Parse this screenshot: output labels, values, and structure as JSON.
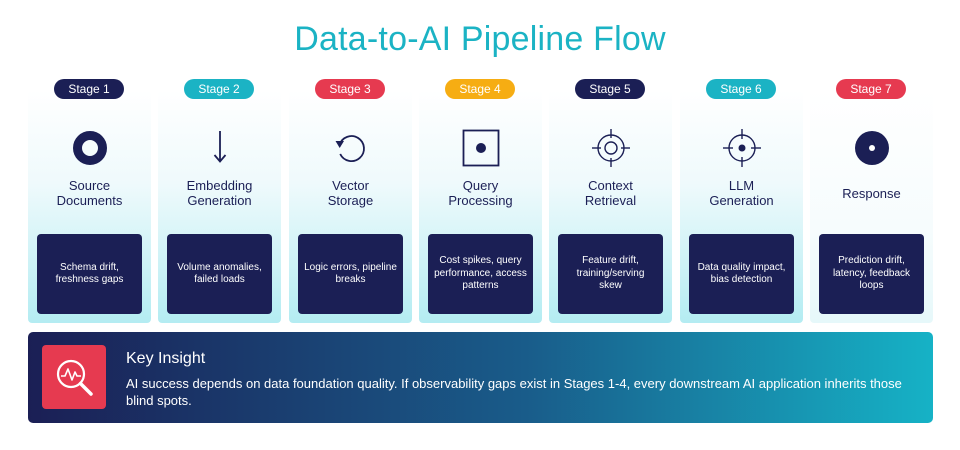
{
  "title": "Data-to-AI Pipeline Flow",
  "stages": [
    {
      "badge": "Stage 1",
      "title": [
        "Source",
        "Documents"
      ],
      "box": "Schema drift, freshness gaps",
      "icon": "ring-icon"
    },
    {
      "badge": "Stage 2",
      "title": [
        "Embedding",
        "Generation"
      ],
      "box": "Volume anomalies, failed loads",
      "icon": "arrow-down-icon"
    },
    {
      "badge": "Stage 3",
      "title": [
        "Vector",
        "Storage"
      ],
      "box": "Logic errors, pipeline breaks",
      "icon": "refresh-icon"
    },
    {
      "badge": "Stage 4",
      "title": [
        "Query",
        "Processing"
      ],
      "box": "Cost spikes, query performance, access patterns",
      "icon": "square-dot-icon"
    },
    {
      "badge": "Stage 5",
      "title": [
        "Context",
        "Retrieval"
      ],
      "box": "Feature drift, training/serving skew",
      "icon": "crosshair-ring-icon"
    },
    {
      "badge": "Stage 6",
      "title": [
        "LLM",
        "Generation"
      ],
      "box": "Data quality impact, bias detection",
      "icon": "crosshair-dot-icon"
    },
    {
      "badge": "Stage 7",
      "title": [
        "Response"
      ],
      "box": "Prediction drift, latency, feedback loops",
      "icon": "dot-circle-icon"
    }
  ],
  "insight": {
    "title": "Key Insight",
    "text": "AI success depends on data foundation quality. If observability gaps exist in Stages 1-4, every downstream AI application inherits those blind spots.",
    "icon": "magnify-chart-icon"
  },
  "colors": {
    "navy": "#1b1f55",
    "teal": "#1bb3c4",
    "red": "#e63a50",
    "yellow": "#f6ad13"
  }
}
